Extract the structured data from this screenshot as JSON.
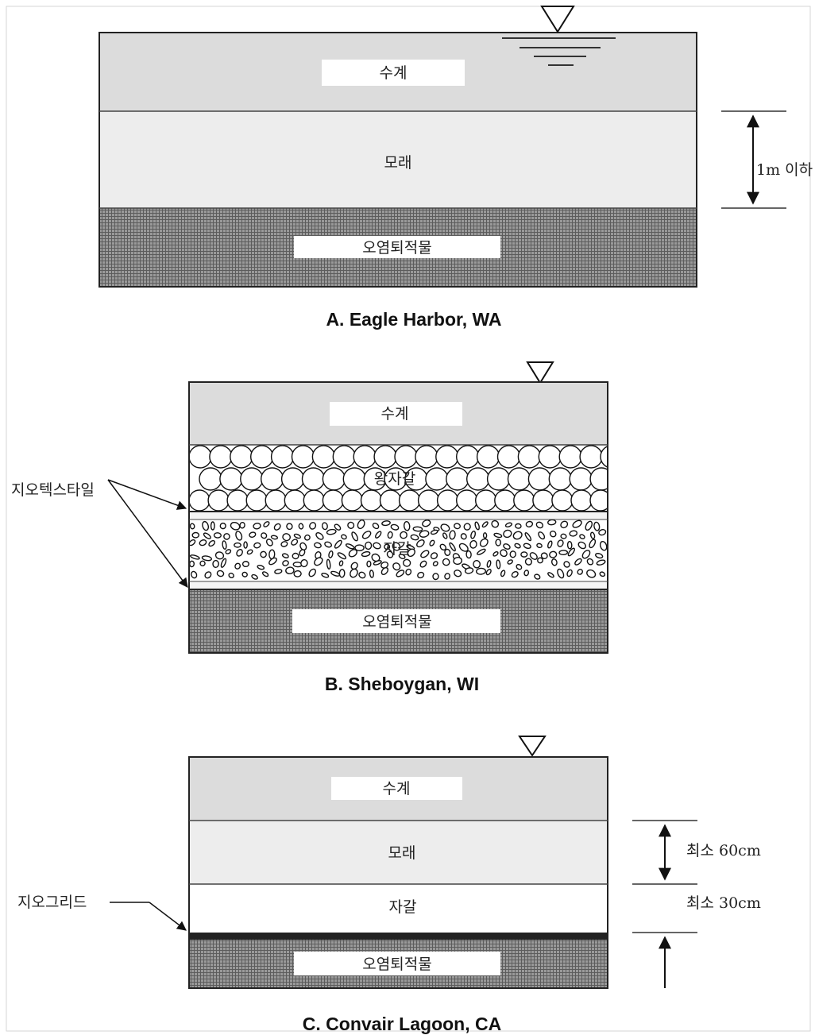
{
  "panels": {
    "a": {
      "caption": "A.  Eagle Harbor, WA",
      "water": "수계",
      "sand": "모래",
      "sediment": "오염퇴적물",
      "dimension": "1m 이하"
    },
    "b": {
      "caption": "B. Sheboygan, WI",
      "water": "수계",
      "cobble": "왕자갈",
      "gravel": "자갈",
      "sediment": "오염퇴적물",
      "geotextile": "지오텍스타일"
    },
    "c": {
      "caption": "C.  Convair Lagoon, CA",
      "water": "수계",
      "sand": "모래",
      "gravel": "자갈",
      "sediment": "오염퇴적물",
      "geogrid": "지오그리드",
      "dim_sand": "최소 60cm",
      "dim_gravel": "최소 30cm"
    }
  },
  "colors": {
    "water": "#dcdcdc",
    "sand": "#ededed",
    "sediment": "#8f8f8f",
    "geogrid": "#222222"
  }
}
